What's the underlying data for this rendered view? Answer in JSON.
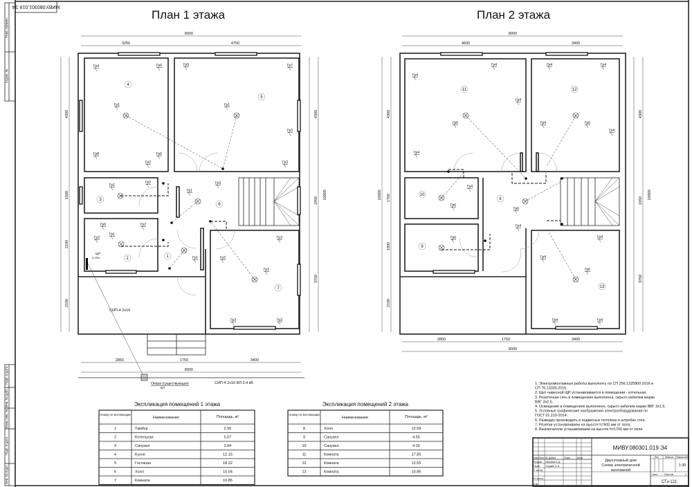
{
  "sheet": {
    "code_rotated": "МИВУ.080301.019 Э4",
    "side_stamp_top": [
      "Перв. примен.",
      "Справ. №"
    ],
    "side_stamp_bottom": [
      "Подп. и дата",
      "Инв. № дубл.",
      "Взам. инв. №",
      "Подп. и дата",
      "Инв. № подл."
    ]
  },
  "plan1": {
    "title": "План 1 этажа",
    "dims_top": [
      "8000",
      "3250",
      "4750"
    ],
    "dims_left": [
      "4300",
      "1500",
      "2100",
      "2100"
    ],
    "dims_right": [
      "4300",
      "1950",
      "3750",
      "10000"
    ],
    "dims_bottom": [
      "2850",
      "1750",
      "3400",
      "8000"
    ],
    "rooms": [
      "1",
      "2",
      "3",
      "4",
      "5",
      "6",
      "7"
    ],
    "groups": [
      "Гр4",
      "Гр6",
      "Гр5",
      "Гр7",
      "Гр1",
      "Гр1",
      "Гр3",
      "Гр8",
      "Гр6",
      "Гр2",
      "Гр3",
      "Гр2",
      "Гр3",
      "Гр1",
      "Гр1",
      "Гр6",
      "Гр2",
      "Гр1",
      "Гр2",
      "Гр1",
      "Гр3",
      "Гр3",
      "Гр1",
      "Гр3",
      "Гр3"
    ],
    "panel_label": "ЩР",
    "panel_height": "h=900",
    "cable_inside": "СИП-4 2х16",
    "pole_label": "Опора (существующая)",
    "pole_sub": "ВЛ",
    "cable_outside": "СИП-4 2х16   ВЛ 0.4 кВ"
  },
  "plan2": {
    "title": "План 2 этажа",
    "dims_top": [
      "8000",
      "4600",
      "3400"
    ],
    "dims_left": [
      "4300",
      "1700",
      "1900",
      "2100",
      "10000"
    ],
    "dims_right": [
      "4300",
      "1950",
      "3750",
      "10000"
    ],
    "dims_bottom": [
      "2850",
      "1750",
      "3400",
      "8000"
    ],
    "rooms": [
      "8",
      "9",
      "10",
      "11",
      "12",
      "13"
    ],
    "groups": [
      "Гр4",
      "Гр4",
      "Гр4",
      "Гр4",
      "Гр4",
      "Гр6",
      "Гр4",
      "Гр6",
      "Гр4",
      "Гр4",
      "Гр4",
      "Гр6",
      "Гр6",
      "Гр4",
      "Гр4",
      "Гр6",
      "Гр4",
      "Гр6",
      "Гр4",
      "Гр4"
    ]
  },
  "table1": {
    "title": "Экспликация помещений 1 этажа",
    "headers": [
      "Номер по экспликации",
      "Наименование",
      "Площадь, м²"
    ],
    "rows": [
      [
        "1",
        "Тамбур",
        "2.55"
      ],
      [
        "2",
        "Котельная",
        "5.07"
      ],
      [
        "3",
        "Санузел",
        "3.64"
      ],
      [
        "4",
        "Кухня",
        "12.15"
      ],
      [
        "5",
        "Гостиная",
        "18.22"
      ],
      [
        "6",
        "Холл",
        "10.04"
      ],
      [
        "7",
        "Комната",
        "10.85"
      ]
    ]
  },
  "table2": {
    "title": "Экспликация помещений 2 этажа",
    "headers": [
      "Номер по экспликации",
      "Наименование",
      "Площадь, м²"
    ],
    "rows": [
      [
        "8",
        "Холл",
        "12.59"
      ],
      [
        "9",
        "Санузел",
        "4.55"
      ],
      [
        "10",
        "Санузел",
        "4.16"
      ],
      [
        "11",
        "Комната",
        "17.85"
      ],
      [
        "12",
        "Комната",
        "12.55"
      ],
      [
        "13",
        "Комната",
        "10.85"
      ]
    ]
  },
  "notes": [
    "1.  Электромонтажные работы выполнять по СП 256.1325800.2016 и",
    "     СП 76.13330.2016.",
    "2.  Щит навесной ЩР устанавливается в помещении - котельная.",
    "3.  Розеточная сеть в помещениях выполнена, скрыто кабелем марки",
    "     ВВГ 3х2.5.",
    "4.  Освещение в помещениях выполнено, скрыто кабелем марки ВВГ 3х1.5.",
    "5.  Условные графические изображения электрооборудования по",
    "     ГОСТ 21.210-2014.",
    "6.  Разводку производить в подвесных потолках и штробах стен.",
    "7.  Розетки устанавливаем на высоте h=900 мм от пола.",
    "8.  Выключатели устанавливаем на высоте h=1700 мм от пола."
  ],
  "title_block": {
    "code": "МИВУ.080301.019 Э4",
    "name": [
      "Двухэтажный дом",
      "Схема электрической",
      "монтажной"
    ],
    "col_headers": [
      "Изм",
      "Лист",
      "№ докум.",
      "Подп.",
      "Дата"
    ],
    "roles": [
      "Разраб.",
      "Пров.",
      "Т. контр.",
      "Н. контр.",
      "Утв."
    ],
    "names": [
      "Ивлиева Е.Д.",
      "Сердюк О.Н."
    ],
    "stage_headers": [
      "Лит.",
      "Масса",
      "Масштаб"
    ],
    "scale": "1:30",
    "sheet_label": "Лист",
    "sheets_label": "Листов",
    "sheets_count": "1",
    "group": "СТз-121"
  }
}
